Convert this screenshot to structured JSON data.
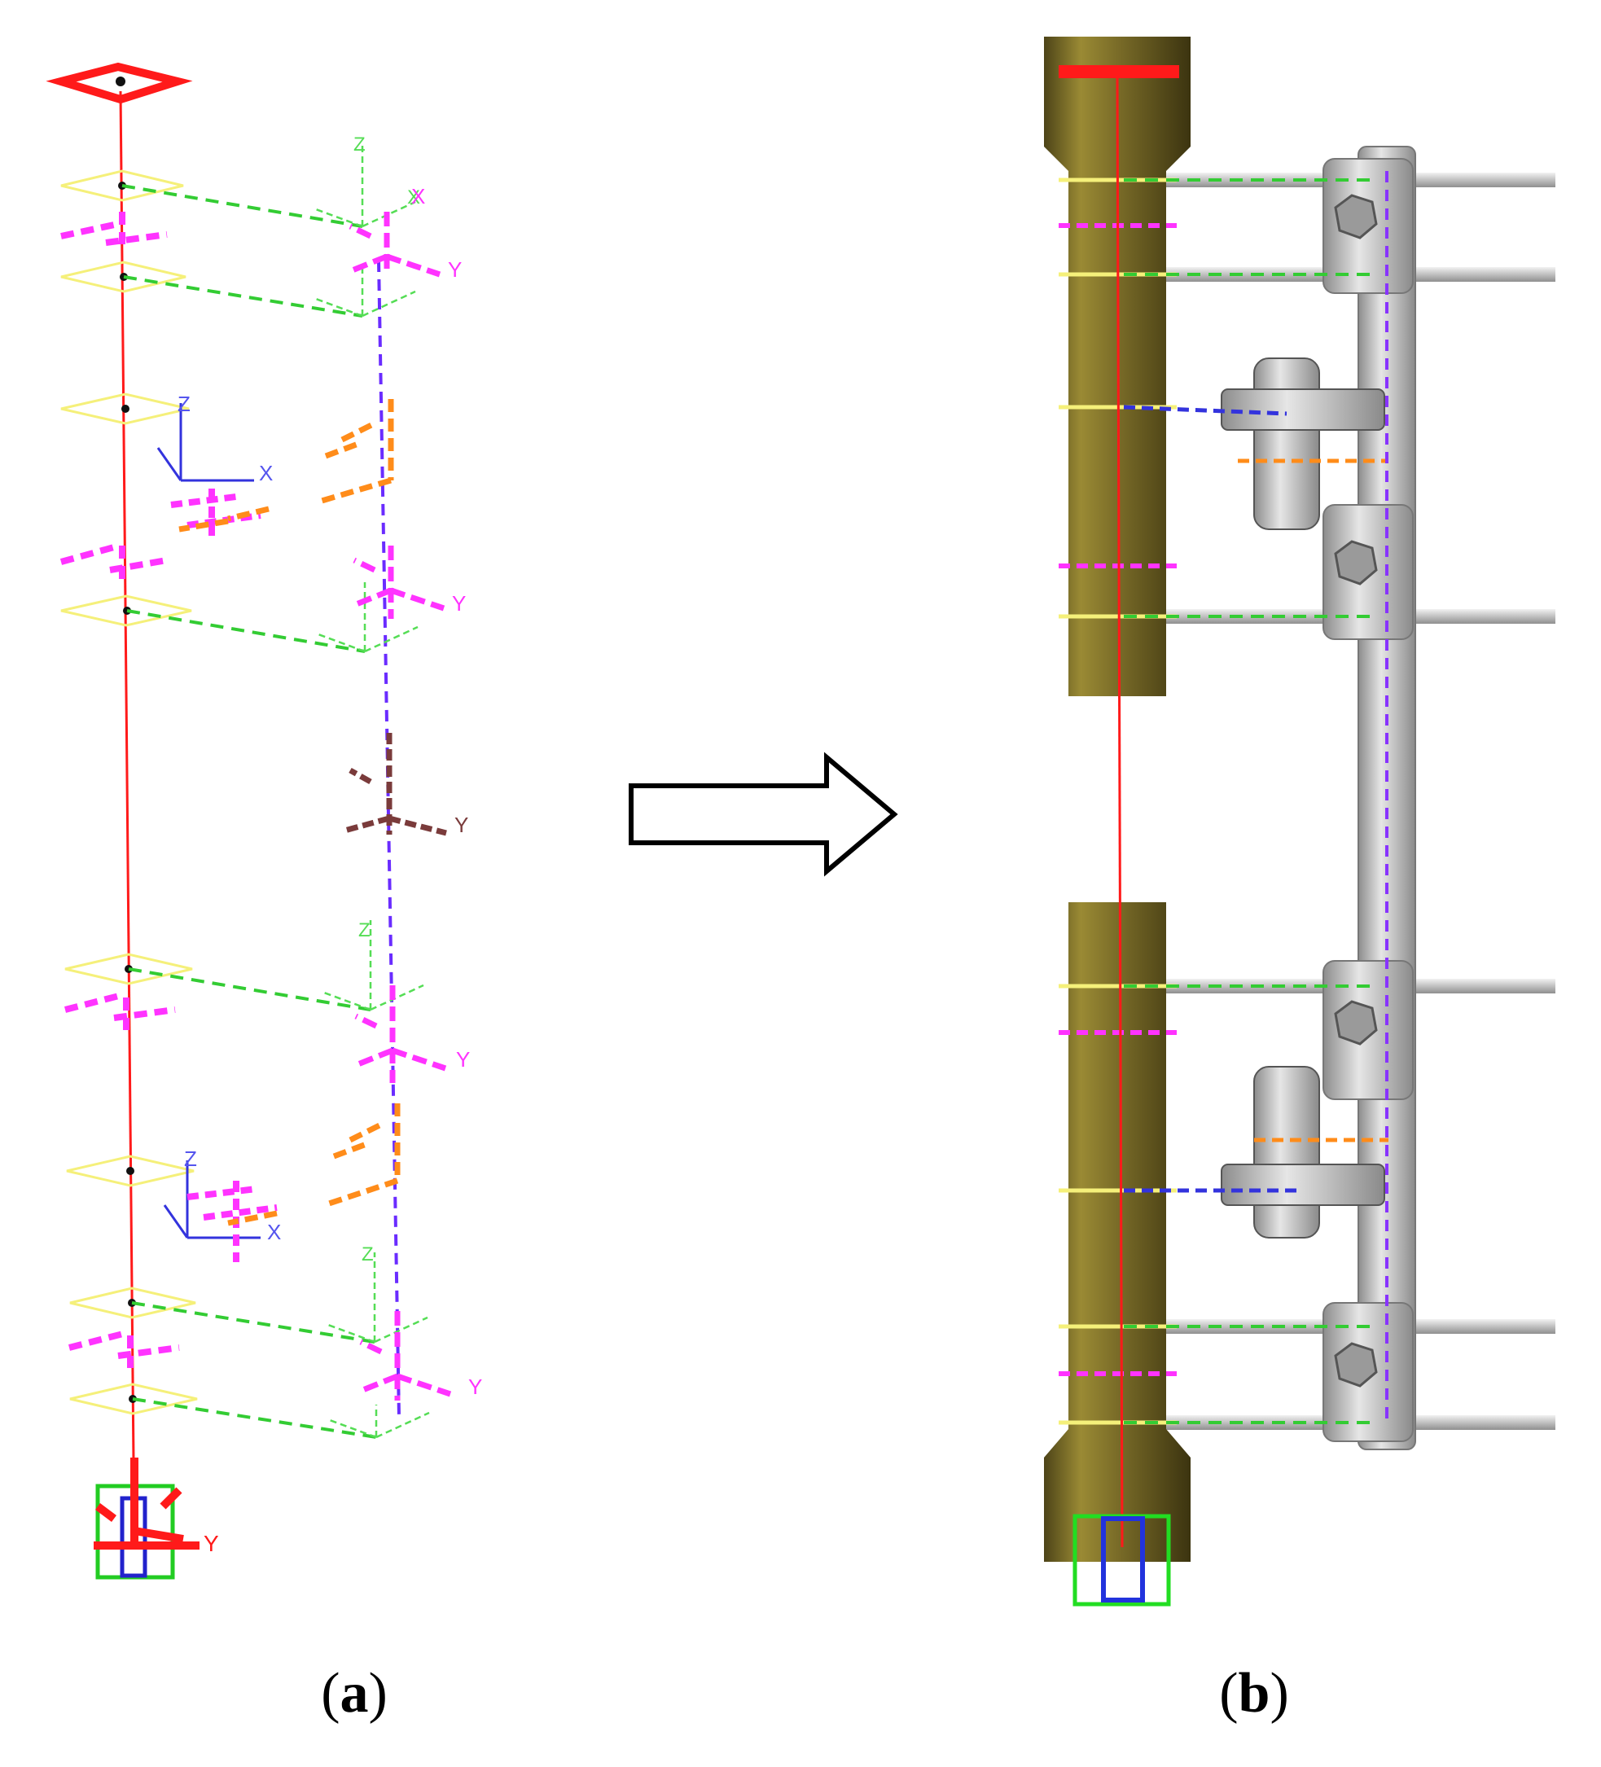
{
  "panels": [
    {
      "caption_open": "(",
      "caption_letter": "a",
      "caption_close": ")",
      "axis_labels": [
        "Z",
        "X",
        "Y"
      ]
    },
    {
      "caption_open": "(",
      "caption_letter": "b",
      "caption_close": ")"
    }
  ],
  "colors": {
    "main_axis": "#ff1a1a",
    "rung": "#33cc33",
    "ring": "#f5f07a",
    "frame": "#ff33ff",
    "bar_axis": "#3333dd",
    "clamp": "#ff8c1a",
    "mid_frame": "#7a3b3b",
    "base_frame": "#22cc22",
    "base_axis": "#2222cc",
    "rod": "#8a7a2a",
    "metal": "#b8b8b8"
  },
  "icons": [
    "right-arrow-icon"
  ]
}
